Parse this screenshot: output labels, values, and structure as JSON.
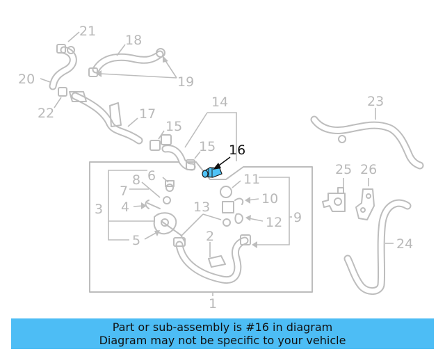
{
  "callouts": {
    "c1": "1",
    "c2": "2",
    "c3": "3",
    "c4": "4",
    "c5": "5",
    "c6": "6",
    "c7": "7",
    "c8": "8",
    "c9": "9",
    "c10": "10",
    "c11": "11",
    "c12": "12",
    "c13": "13",
    "c14": "14",
    "c15a": "15",
    "c15b": "15",
    "c16": "16",
    "c17": "17",
    "c18": "18",
    "c19": "19",
    "c20": "20",
    "c21": "21",
    "c22": "22",
    "c23": "23",
    "c24": "24",
    "c25": "25",
    "c26": "26"
  },
  "highlighted_part": "16",
  "colors": {
    "line_art": "#bdbdbd",
    "highlight_part": "#4fc3f7",
    "banner": "#4dbdf5",
    "highlight_label": "#111111"
  },
  "banner": {
    "line1": "Part or sub-assembly is #16 in diagram",
    "line2": "Diagram may not be specific to your vehicle"
  }
}
